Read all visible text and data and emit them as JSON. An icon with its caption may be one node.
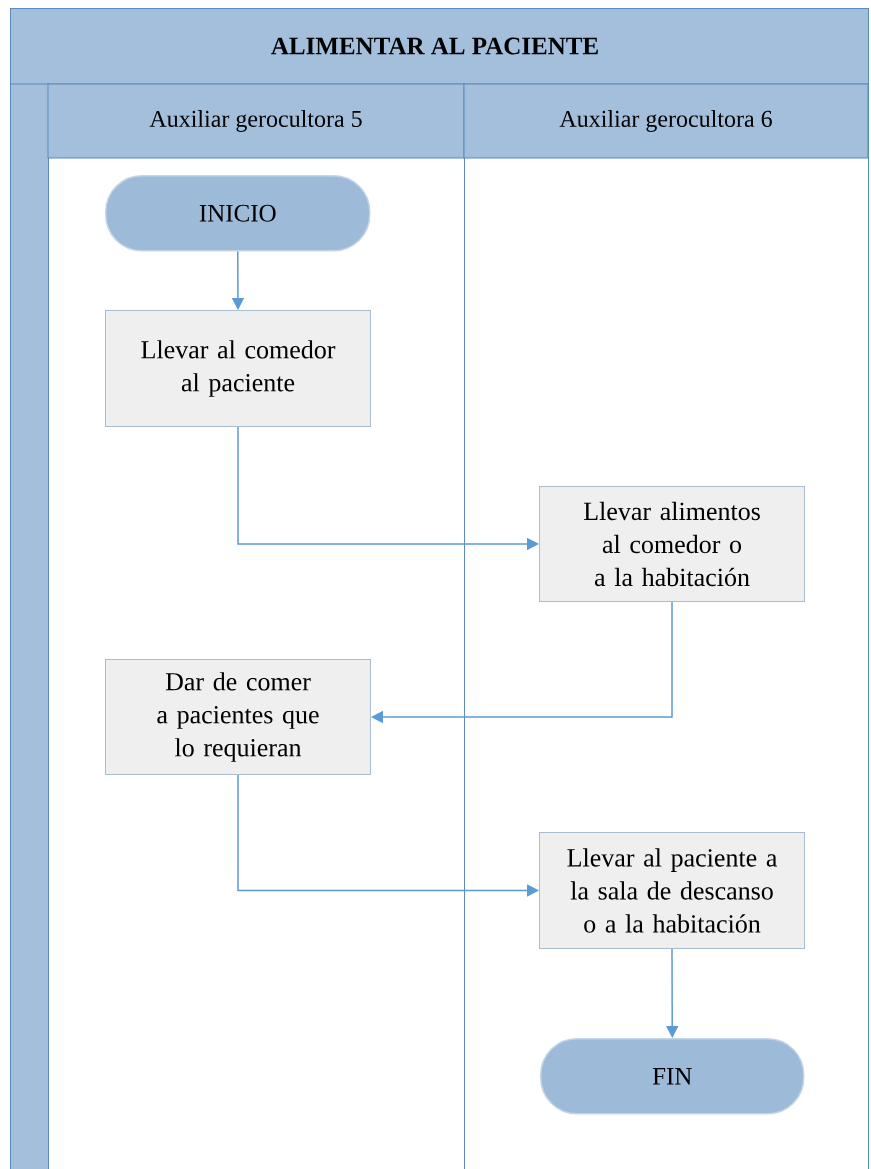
{
  "diagram": {
    "nodes": [
      {
        "text": [
          "ALIMENTAR AL PACIENTE"
        ]
      },
      {
        "text": [
          "Auxiliar gerocultora 5"
        ],
        "in": 0
      },
      {
        "text": [
          "Auxiliar gerocultora 6"
        ],
        "in": 0
      },
      {
        "text": [
          "INICIO"
        ],
        "in": 1
      },
      {
        "text": [
          "Llevar al comedor al paciente"
        ],
        "in": 1
      },
      {
        "text": [
          "Llevar alimentos al comedor o a la habitación"
        ],
        "in": 2
      },
      {
        "text": [
          "Dar de comer a pacientes que lo requieran"
        ],
        "in": 1
      },
      {
        "text": [
          "Llevar al paciente a la sala de descanso o a la habitación"
        ],
        "in": 2
      },
      {
        "text": [
          "FIN"
        ],
        "in": 2
      }
    ],
    "edges": [
      {
        "from": 3,
        "to": 4,
        "arrow": "to"
      },
      {
        "from": 4,
        "to": 5,
        "arrow": "to"
      },
      {
        "from": 5,
        "to": 6,
        "arrow": "to"
      },
      {
        "from": 6,
        "to": 7,
        "arrow": "to"
      },
      {
        "from": 7,
        "to": 8,
        "arrow": "to"
      }
    ]
  }
}
